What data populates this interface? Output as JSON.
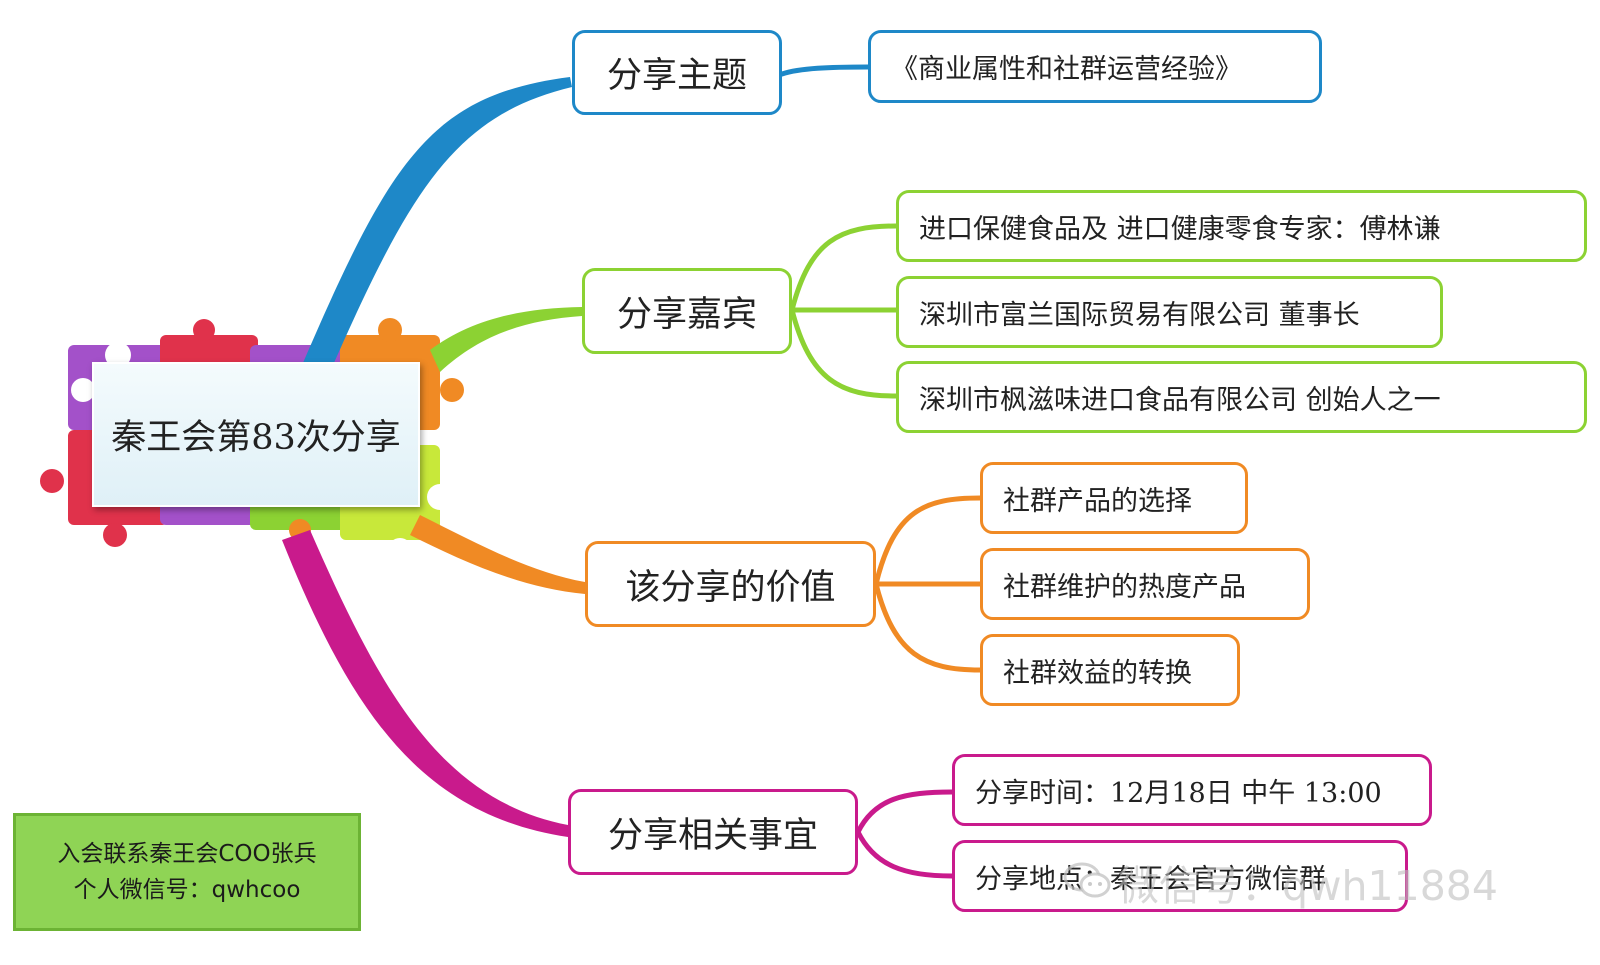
{
  "center": {
    "title": "秦王会第83次分享"
  },
  "branches": [
    {
      "label": "分享主题",
      "color": "#1e88c8",
      "leaves": [
        "《商业属性和社群运营经验》"
      ]
    },
    {
      "label": "分享嘉宾",
      "color": "#8cd233",
      "leaves": [
        "进口保健食品及 进口健康零食专家：傅林谦",
        "深圳市富兰国际贸易有限公司 董事长",
        "深圳市枫滋味进口食品有限公司 创始人之一"
      ]
    },
    {
      "label": "该分享的价值",
      "color": "#f08a24",
      "leaves": [
        "社群产品的选择",
        "社群维护的热度产品",
        "社群效益的转换"
      ]
    },
    {
      "label": "分享相关事宜",
      "color": "#c91a8c",
      "leaves": [
        "分享时间：12月18日 中午 13:00",
        "分享地点：秦王会官方微信群"
      ]
    }
  ],
  "contact": {
    "line1": "入会联系秦王会COO张兵",
    "line2": "个人微信号：qwhcoo"
  },
  "watermark": {
    "text": "微信号：qwh11884",
    "icon": "wechat-logo-icon"
  }
}
